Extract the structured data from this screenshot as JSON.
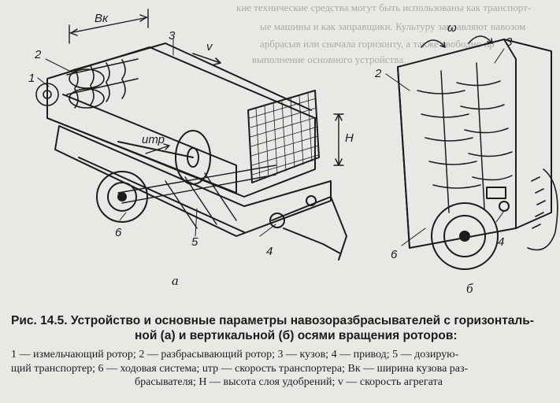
{
  "figure": {
    "width_label": "Bк",
    "velocity_label": "v",
    "omega_label": "ω",
    "conveyor_speed_label": "uтр",
    "height_label": "H",
    "subfig_a": "a",
    "subfig_b": "б",
    "callouts_a": [
      "1",
      "2",
      "3",
      "4",
      "5",
      "6"
    ],
    "callouts_b": [
      "2",
      "3",
      "4",
      "6"
    ]
  },
  "caption": {
    "line1": "Рис. 14.5. Устройство и основные параметры навозоразбрасывателей с горизонталь-",
    "line2": "ной (а) и вертикальной (б) осями вращения роторов:"
  },
  "legend": {
    "line1": "1 — измельчающий ротор; 2 — разбрасывающий ротор; 3 — кузов; 4 — привод; 5 — дозирую-",
    "line2": "щий транспортер; 6 — ходовая система; uтр — скорость транспортера; Bк — ширина кузова раз-",
    "line3": "брасывателя; H — высота слоя удобрений; v — скорость агрегата"
  },
  "bleed_text": {
    "top": "кие технические средства могут быть использованы как транспорт-",
    "l2": "ые машины и как заправщики. Культуру заправляют навозом",
    "l3": "арбрасыв или сначала горизонту, а также свободно пр",
    "l4": "выполнение основного устройства."
  }
}
